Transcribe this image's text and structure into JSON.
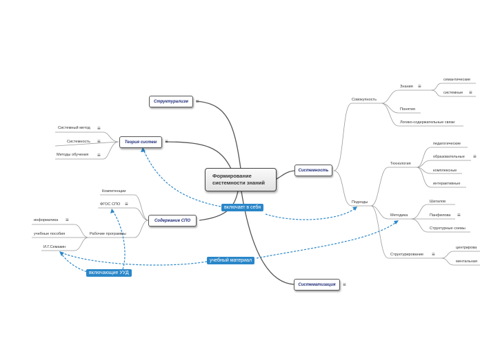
{
  "root": {
    "line1": "Формирование",
    "line2": "системности знаний"
  },
  "topics": {
    "strukturalizm": "Структурализм",
    "teoriya_sistem": "Теория систем",
    "soderzhanie_spo": "Содержание СПО",
    "sistemnost": "Системность",
    "sistematizatsiya": "Систематизация"
  },
  "left": {
    "sistemnyi_metod": "Системный метод",
    "sistemnost": "Системность",
    "metody_obucheniya": "Методы обучения",
    "kompetentsii": "Компетенции",
    "fgos_spo": "ФГОС СПО",
    "rabochie_programmy": "Рабочие программы",
    "informatika": "информатика",
    "uchebnye_posobiya": "учебные пособия",
    "semakin": "И.Г.Семакин"
  },
  "right": {
    "sovokupnost": "Совокупность",
    "znaniya": "Знания",
    "semanticheskie": "семантические",
    "sistemnye": "системные",
    "ponyatiya": "Понятия",
    "logiko": "Логико-содержательные связи",
    "podkhody": "Подходы",
    "tekhnologiya": "Технология",
    "pedagogicheskie": "педагогические",
    "obrazovatelnye": "образовательные",
    "kompleksnye": "комплексные",
    "interaktivnye": "интерактивные",
    "metodika": "Методика",
    "shatalov": "Шаталов",
    "panfilova": "Панфилова",
    "strukturnye_skhemy": "Структурные схемы",
    "strukturirovanie": "Структурирование",
    "tsentrirovannaya": "центрирова",
    "mentalnaya": "ментальная"
  },
  "relations": {
    "vklyuchaet": "включает в себя",
    "uchebnyi_material": "учебный материал",
    "vklyuchayushchie_uud": "включающие УУД"
  },
  "colors": {
    "relation": "#2a86c8",
    "branch": "#555555",
    "leaf_line": "#999999"
  },
  "icons": {
    "note": "note-icon"
  }
}
